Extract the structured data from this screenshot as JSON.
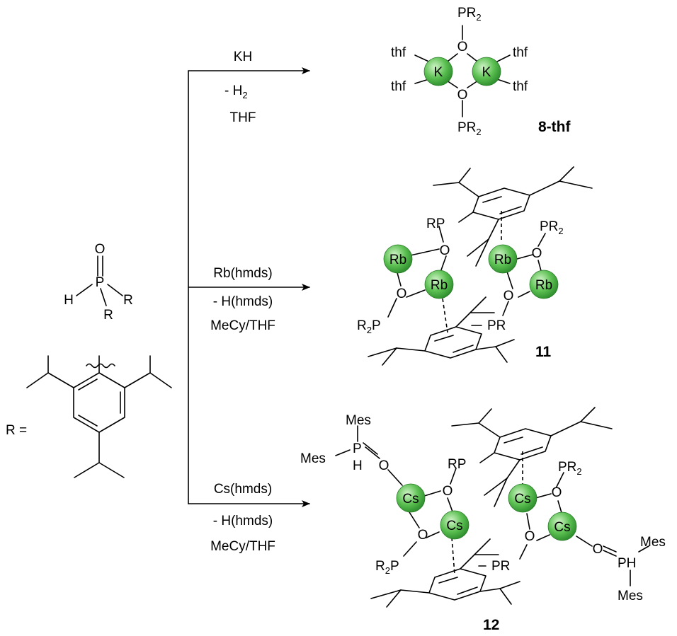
{
  "reactant": {
    "atom_o": "O",
    "atom_p": "P",
    "atom_h": "H",
    "atom_r1": "R",
    "atom_r2": "R",
    "r_def_label": "R ="
  },
  "arrows": [
    {
      "reagent": "KH",
      "byproduct_prefix": "- H",
      "byproduct_sub": "2",
      "solvent": "THF"
    },
    {
      "reagent": "Rb(hmds)",
      "byproduct": "- H(hmds)",
      "solvent": "MeCy/THF"
    },
    {
      "reagent": "Cs(hmds)",
      "byproduct": "- H(hmds)",
      "solvent": "MeCy/THF"
    }
  ],
  "product_8": {
    "metal": "K",
    "oxygen": "O",
    "ligand": "thf",
    "pr2_main": "PR",
    "pr2_sub": "2",
    "compound_label": "8-thf"
  },
  "product_11": {
    "metal": "Rb",
    "oxygen": "O",
    "rp": "RP",
    "pr": "PR",
    "pr2_main": "PR",
    "pr2_sub": "2",
    "r2p_main": "R",
    "r2p_sub": "2",
    "r2p_tail": "P",
    "compound_label": "11"
  },
  "product_12": {
    "metal": "Cs",
    "oxygen": "O",
    "rp": "RP",
    "pr": "PR",
    "pr2_main": "PR",
    "pr2_sub": "2",
    "r2p_main": "R",
    "r2p_sub": "2",
    "r2p_tail": "P",
    "mes": "Mes",
    "p": "P",
    "h": "H",
    "ph": "PH",
    "compound_label": "12"
  },
  "colors": {
    "metal_sphere": "#44b044",
    "metal_highlight": "#c8efc0",
    "line": "#000000"
  }
}
